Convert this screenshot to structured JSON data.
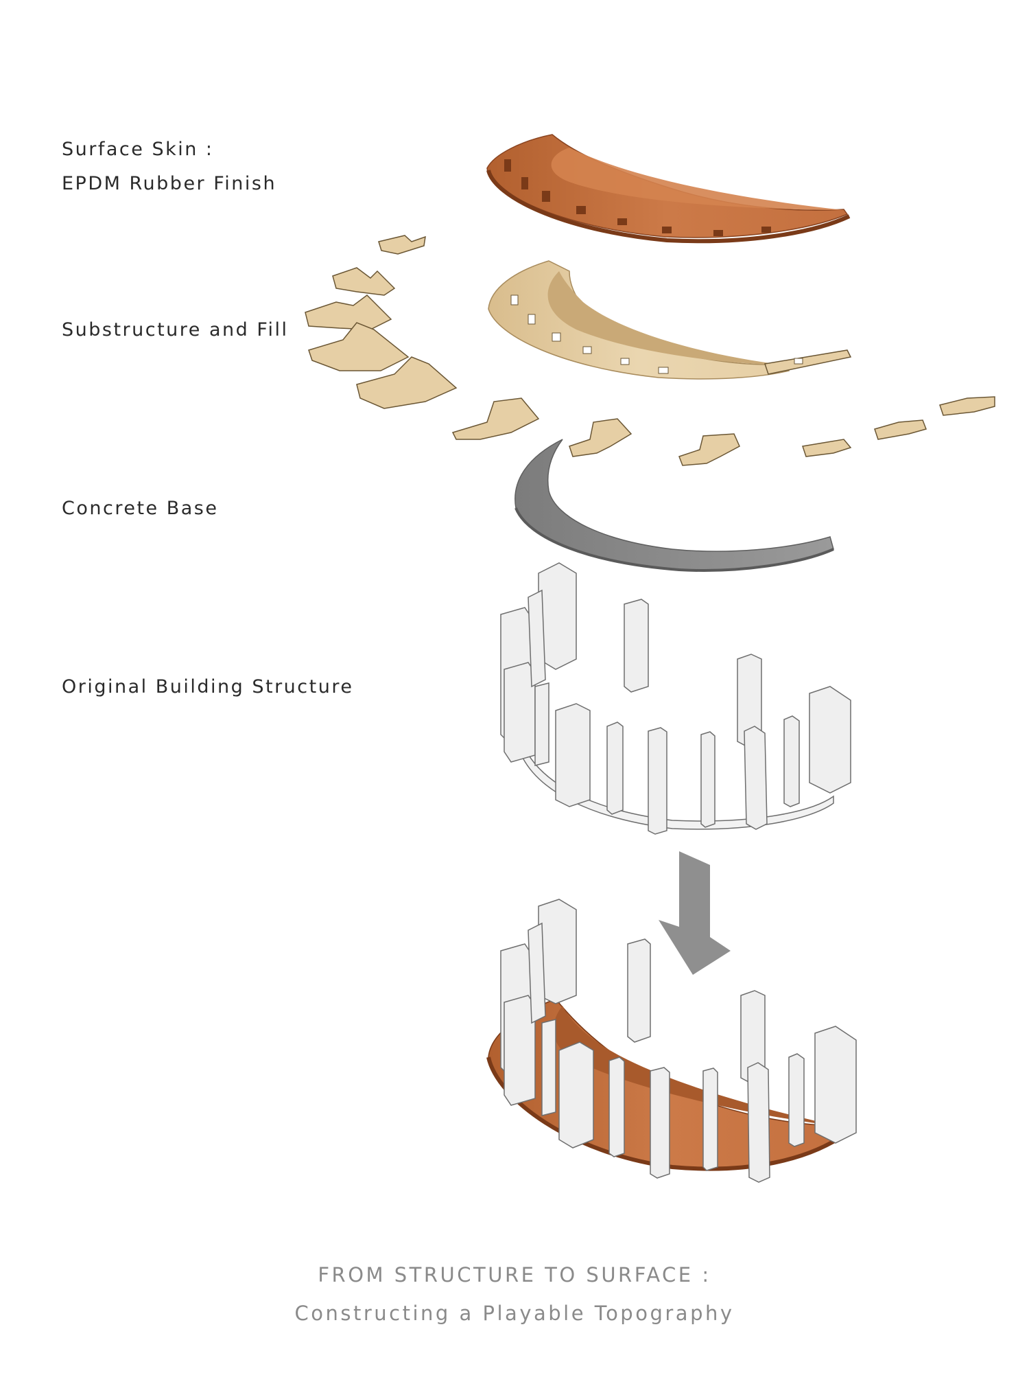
{
  "labels": {
    "surface_skin": "Surface Skin :",
    "surface_skin_finish": "EPDM Rubber Finish",
    "substructure": "Substructure and Fill",
    "concrete_base": "Concrete Base",
    "original_structure": "Original Building Structure"
  },
  "caption": {
    "line1": "FROM STRUCTURE TO SURFACE  :",
    "line2": "Constructing a Playable Topography"
  },
  "colors": {
    "rubber": "#c4703f",
    "fill": "#e6cfa5",
    "concrete": "#8a8a8a",
    "structure": "#eeeeee",
    "arrow": "#8f8f8f"
  }
}
